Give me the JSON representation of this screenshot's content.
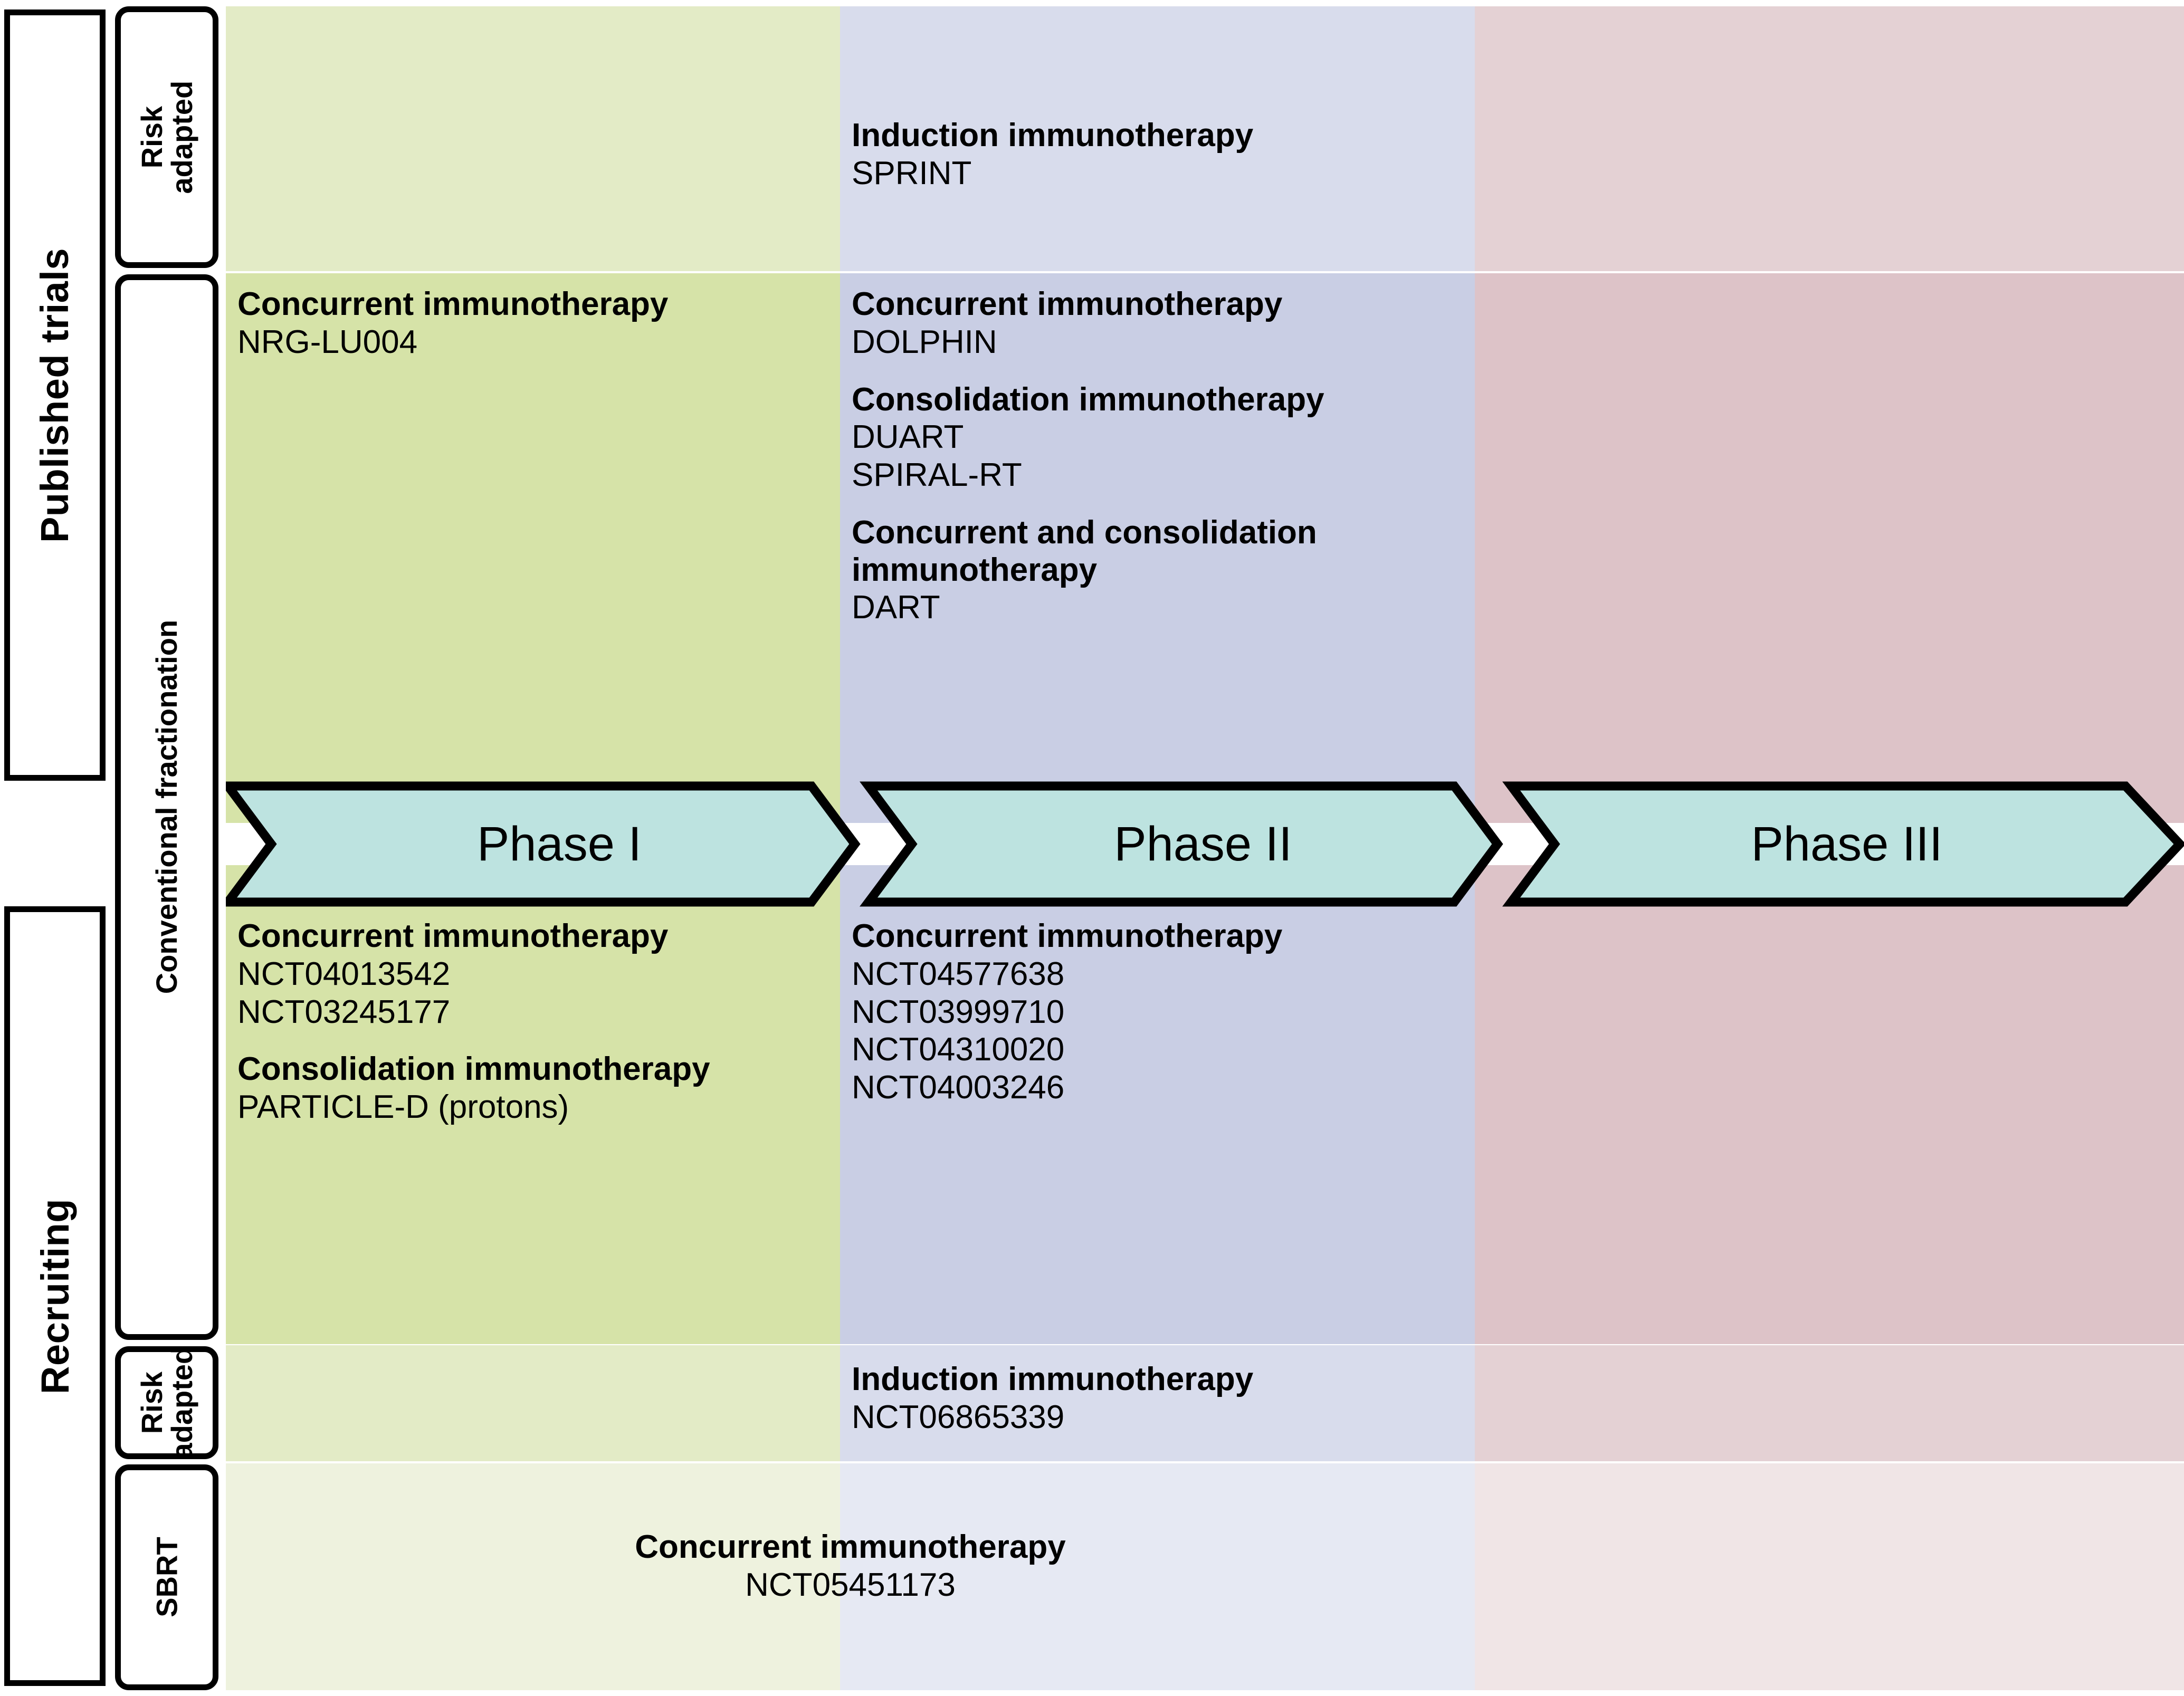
{
  "status_labels": [
    {
      "id": "published",
      "label": "Published trials"
    },
    {
      "id": "recruiting",
      "label": "Recruiting"
    }
  ],
  "technique_labels": [
    {
      "id": "risk-adapted-top",
      "label": "Risk\nadapted"
    },
    {
      "id": "conventional-fractionation",
      "label": "Conventional fractionation"
    },
    {
      "id": "risk-adapted-bottom",
      "label": "Risk\nadapted"
    },
    {
      "id": "sbrt",
      "label": "SBRT"
    }
  ],
  "phases": [
    {
      "id": "phase-1",
      "label": "Phase I"
    },
    {
      "id": "phase-2",
      "label": "Phase II"
    },
    {
      "id": "phase-3",
      "label": "Phase III"
    }
  ],
  "colors": {
    "green_light": "#e3ebc6",
    "green_main": "#d6e3a8",
    "green_pale": "#eef2de",
    "blue_light": "#d8dcec",
    "blue_main": "#c9cee4",
    "blue_pale": "#e6e9f3",
    "pink_light": "#e4d1d4",
    "pink_main": "#ddc3c8",
    "pink_pale": "#f0e5e6",
    "arrow_teal": "#bde3e0",
    "outline": "#000000"
  },
  "cells": {
    "published_risk_phase1": {
      "groups": []
    },
    "published_risk_phase2": {
      "groups": [
        {
          "heading": "Induction immunotherapy",
          "trials": [
            "SPRINT"
          ]
        }
      ]
    },
    "published_risk_phase3": {
      "groups": []
    },
    "published_conv_phase1": {
      "groups": [
        {
          "heading": "Concurrent immunotherapy",
          "trials": [
            "NRG-LU004"
          ]
        }
      ]
    },
    "published_conv_phase2": {
      "groups": [
        {
          "heading": "Concurrent immunotherapy",
          "trials": [
            "DOLPHIN"
          ]
        },
        {
          "heading": "Consolidation immunotherapy",
          "trials": [
            "DUART",
            "SPIRAL-RT"
          ]
        },
        {
          "heading": "Concurrent and consolidation immunotherapy",
          "trials": [
            "DART"
          ]
        }
      ]
    },
    "published_conv_phase3": {
      "groups": []
    },
    "recruiting_conv_phase1": {
      "groups": [
        {
          "heading": "Concurrent immunotherapy",
          "trials": [
            "NCT04013542",
            "NCT03245177"
          ]
        },
        {
          "heading": "Consolidation immunotherapy",
          "trials": [
            "PARTICLE-D (protons)"
          ]
        }
      ]
    },
    "recruiting_conv_phase2": {
      "groups": [
        {
          "heading": "Concurrent immunotherapy",
          "trials": [
            "NCT04577638",
            "NCT03999710",
            "NCT04310020",
            "NCT04003246"
          ]
        }
      ]
    },
    "recruiting_conv_phase3": {
      "groups": []
    },
    "recruiting_risk_phase1": {
      "groups": []
    },
    "recruiting_risk_phase2": {
      "groups": [
        {
          "heading": "Induction immunotherapy",
          "trials": [
            "NCT06865339"
          ]
        }
      ]
    },
    "recruiting_risk_phase3": {
      "groups": []
    },
    "recruiting_sbrt_full": {
      "groups": [
        {
          "heading": "Concurrent immunotherapy",
          "trials": [
            "NCT05451173"
          ]
        }
      ]
    }
  }
}
